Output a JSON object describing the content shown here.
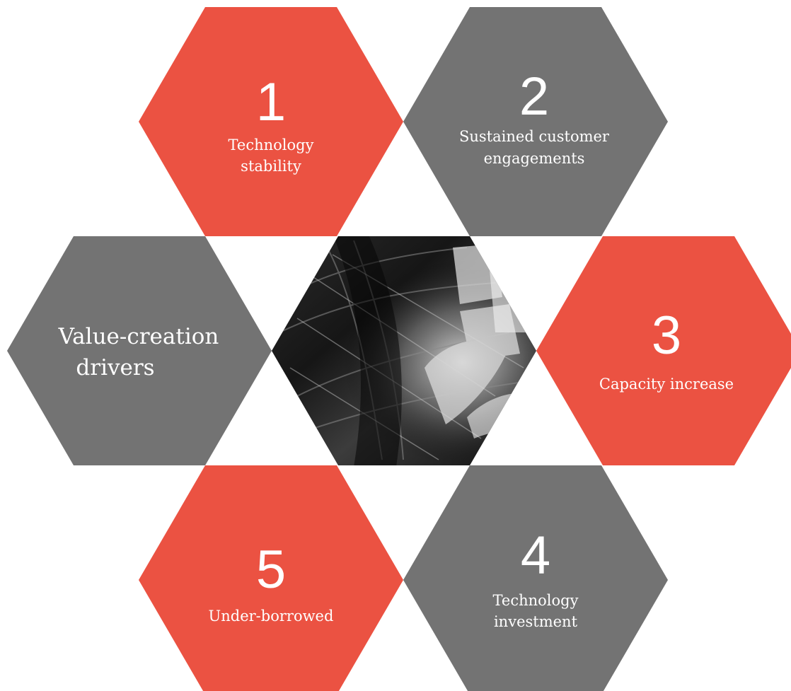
{
  "colors": {
    "red": "#EB5242",
    "gray": "#737373",
    "background": "#FFFFFF",
    "text": "#FFFFFF"
  },
  "center": {
    "title_line1": "Value-creation",
    "title_line2": "drivers",
    "image_icon": "turbine-blades-photo"
  },
  "drivers": [
    {
      "number": "1",
      "line1": "Technology",
      "line2": "stability",
      "color": "red"
    },
    {
      "number": "2",
      "line1": "Sustained customer",
      "line2": "engagements",
      "color": "gray"
    },
    {
      "number": "3",
      "line1": "Capacity increase",
      "line2": "",
      "color": "red"
    },
    {
      "number": "4",
      "line1": "Technology",
      "line2": "investment",
      "color": "gray"
    },
    {
      "number": "5",
      "line1": "Under-borrowed",
      "line2": "",
      "color": "red"
    }
  ]
}
